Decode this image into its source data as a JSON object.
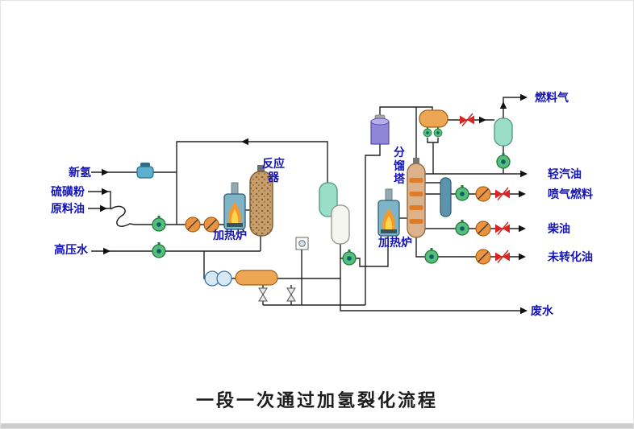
{
  "title": "一段一次通过加氢裂化流程",
  "labels": {
    "new_hydrogen": "新氢",
    "sulfur_powder": "硫磺粉",
    "feed_oil": "原料油",
    "high_pressure_water": "高压水",
    "reactor": "反应器",
    "furnace1": "加热炉",
    "fractionator": "分馏塔",
    "furnace2": "加热炉",
    "fuel_gas": "燃料气",
    "light_gasoline": "轻汽油",
    "jet_fuel": "喷气燃料",
    "diesel": "柴油",
    "unconverted_oil": "未转化油",
    "waste_water": "废水"
  },
  "colors": {
    "label_blue": "#1414b4",
    "title_black": "#1c1c1c",
    "line_black": "#222222",
    "pump_green": "#56bd7c",
    "exchanger_orange": "#ea9440",
    "valve_red": "#dd2222",
    "reactor_tan": "#c79f6e",
    "tower_tan": "#dcb28a",
    "tray_orange": "#e07c28",
    "vessel_teal": "#9adec8",
    "drum_orange": "#eda654",
    "furnace_teal": "#7fb3c6",
    "absorber_purple": "#8f86d8",
    "cooler_blue": "#d7e9f4"
  }
}
